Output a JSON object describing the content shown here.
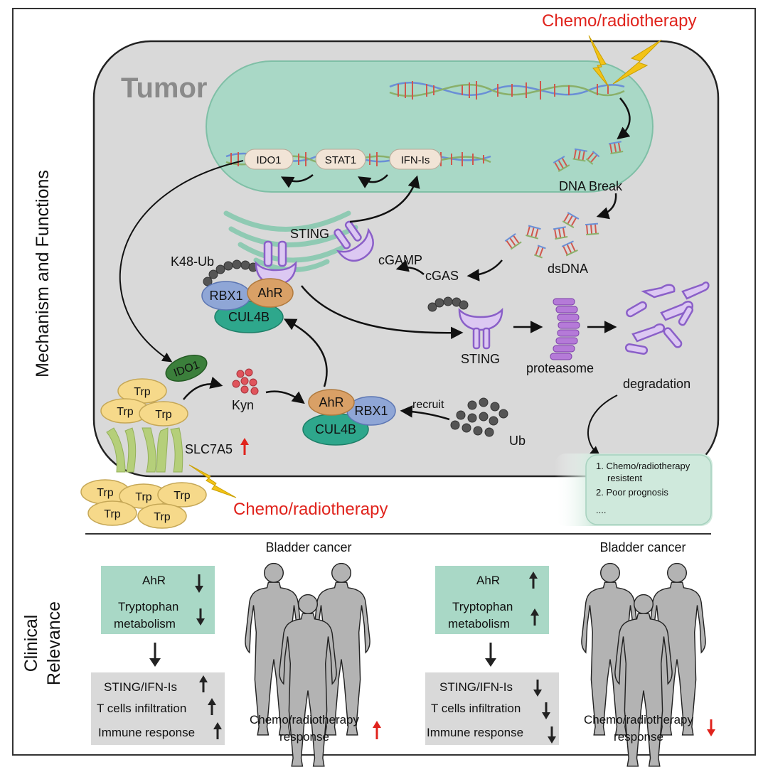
{
  "colors": {
    "accent_red": "#e0231c",
    "cell_fill": "#d9d9d9",
    "nucleus_fill": "#a9d8c6",
    "box_fill": "#a9d8c6",
    "sting_purple": "#9b6fd0",
    "rbx1_blue": "#8fa6d6",
    "ahr_orange": "#d9a066",
    "cul4b_teal": "#2ea78c",
    "trp_yellow": "#f6d98a",
    "ido1_green": "#3b7f3b",
    "kyn_red": "#e0545c"
  },
  "labels": {
    "chemo_top": "Chemo/radiotherapy",
    "chemo_bottom": "Chemo/radiotherapy",
    "tumor": "Tumor",
    "side_mechanism": "Mechanism and Functions",
    "side_clinical_1": "Clinical",
    "side_clinical_2": "Relevance",
    "ido1_gene": "IDO1",
    "stat1_gene": "STAT1",
    "ifn_gene": "IFN-Is",
    "dna_break": "DNA Break",
    "dsdna": "dsDNA",
    "cgas": "cGAS",
    "cgamp": "cGAMP",
    "sting_er": "STING",
    "k48_ub": "K48-Ub",
    "rbx1_top": "RBX1",
    "ahr_top": "AhR",
    "cul4b_top": "CUL4B",
    "sting_mid": "STING",
    "proteasome": "proteasome",
    "degradation": "degradation",
    "ido1_enzyme": "IDO1",
    "kyn": "Kyn",
    "trp": "Trp",
    "slc7a5": "SLC7A5",
    "ahr_bottom": "AhR",
    "rbx1_bottom": "RBX1",
    "cul4b_bottom": "CUL4B",
    "recruit": "recruit",
    "ub": "Ub",
    "outcome_1": "1. Chemo/radiotherapy",
    "outcome_1b": "resistent",
    "outcome_2": "2. Poor prognosis",
    "outcome_3": "....",
    "bladder_left": "Bladder cancer",
    "bladder_right": "Bladder cancer"
  },
  "clinical_left": {
    "ahr": "AhR",
    "trp_line1": "Tryptophan",
    "trp_line2": "metabolism",
    "sting": "STING/IFN-Is",
    "tcells": "T cells infiltration",
    "immune": "Immune response",
    "response_line1": "Chemo/radiotherapy",
    "response_line2": "response"
  },
  "clinical_right": {
    "ahr": "AhR",
    "trp_line1": "Tryptophan",
    "trp_line2": "metabolism",
    "sting": "STING/IFN-Is",
    "tcells": "T cells infiltration",
    "immune": "Immune response",
    "response_line1": "Chemo/radiotherapy",
    "response_line2": "response"
  }
}
